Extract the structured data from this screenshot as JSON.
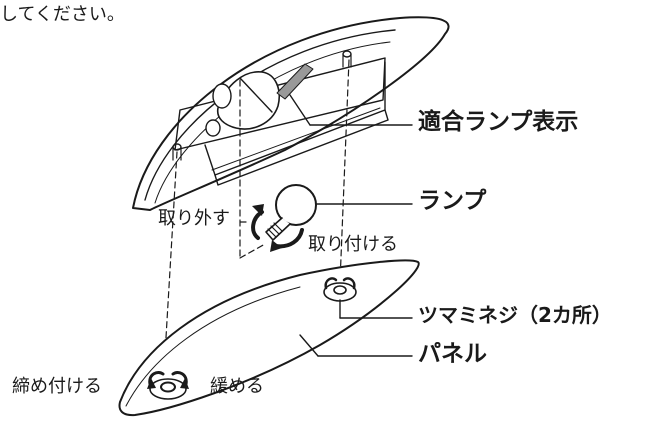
{
  "instruction_fragment": "してください。",
  "callouts": {
    "lamp_display": "適合ランプ表示",
    "lamp": "ランプ",
    "knob_screw": "ツマミネジ（2カ所）",
    "panel": "パネル"
  },
  "actions": {
    "remove": "取り外す",
    "attach": "取り付ける",
    "tighten": "締め付ける",
    "loosen": "緩める"
  }
}
